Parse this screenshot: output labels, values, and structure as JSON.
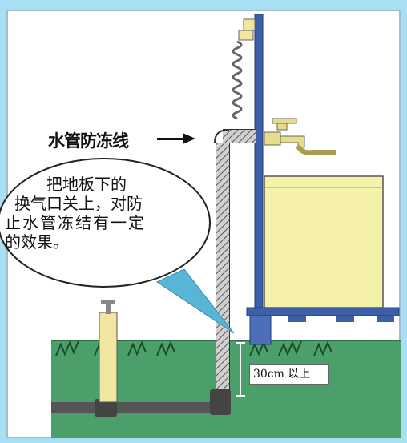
{
  "labels": {
    "antifreeze_line": "水管防冻线",
    "bubble_lines": [
      "把地板下的",
      "换气口关上，对防",
      "止水管冻结有一定",
      "的效果。"
    ],
    "depth": "30cm 以上"
  },
  "colors": {
    "sky": "#a9dff2",
    "ground": "#4b9f6a",
    "post": "#3d5fa8",
    "tank": "#f6f1a8",
    "pipe": "#8b8b8b",
    "pump": "#f1e6a0"
  },
  "icons": [
    "faucet-icon",
    "coiled-hose-icon",
    "arrow-right-icon",
    "grass-tuft-icon"
  ]
}
